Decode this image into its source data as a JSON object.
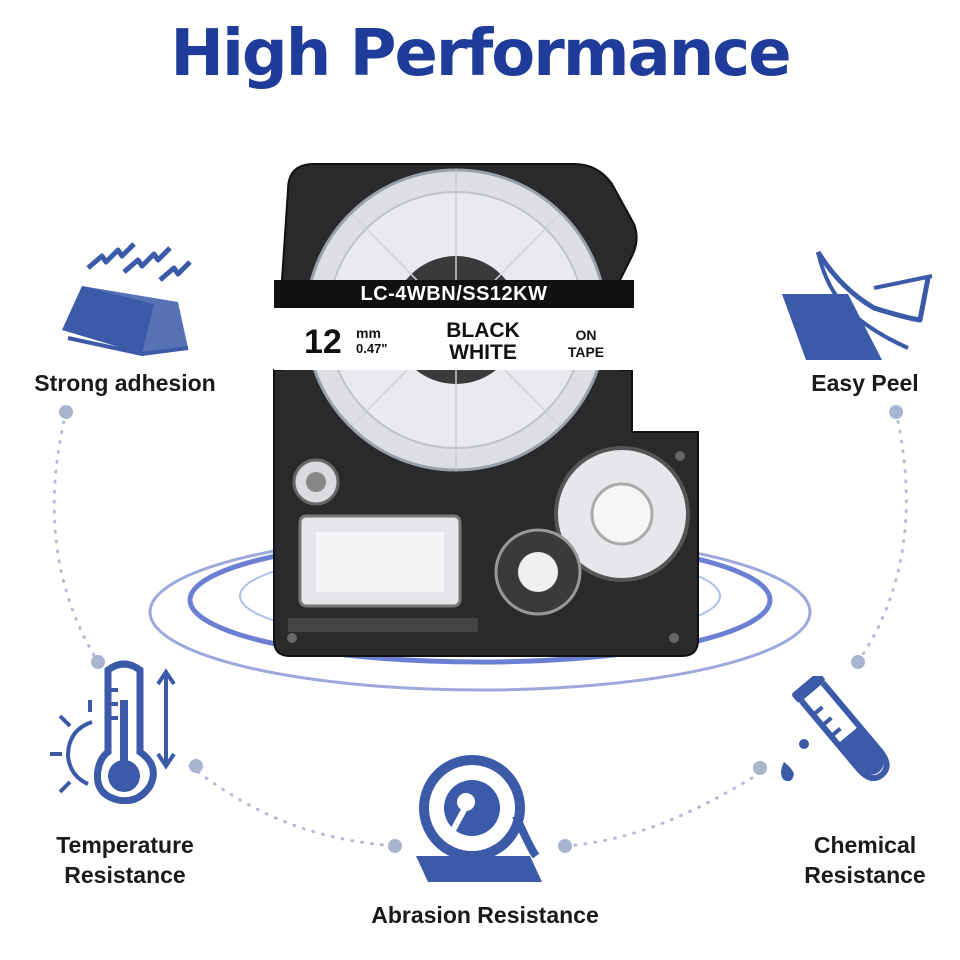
{
  "headline": "High Performance",
  "features": {
    "strong_adhesion": "Strong adhesion",
    "easy_peel": "Easy Peel",
    "temperature_line1": "Temperature",
    "temperature_line2": "Resistance",
    "chemical_line1": "Chemical",
    "chemical_line2": "Resistance",
    "abrasion": "Abrasion Resistance"
  },
  "cartridge": {
    "model": "LC-4WBN/SS12KW",
    "width_mm": "12",
    "unit_mm": "mm",
    "width_in": "0.47\"",
    "text_color_1": "BLACK",
    "text_color_2": "WHITE",
    "on": "ON",
    "tape": "TAPE"
  },
  "colors": {
    "brand_blue": "#1f3c9a",
    "icon_blue": "#3b5aa8",
    "dot_gray": "#a9b4cf"
  }
}
